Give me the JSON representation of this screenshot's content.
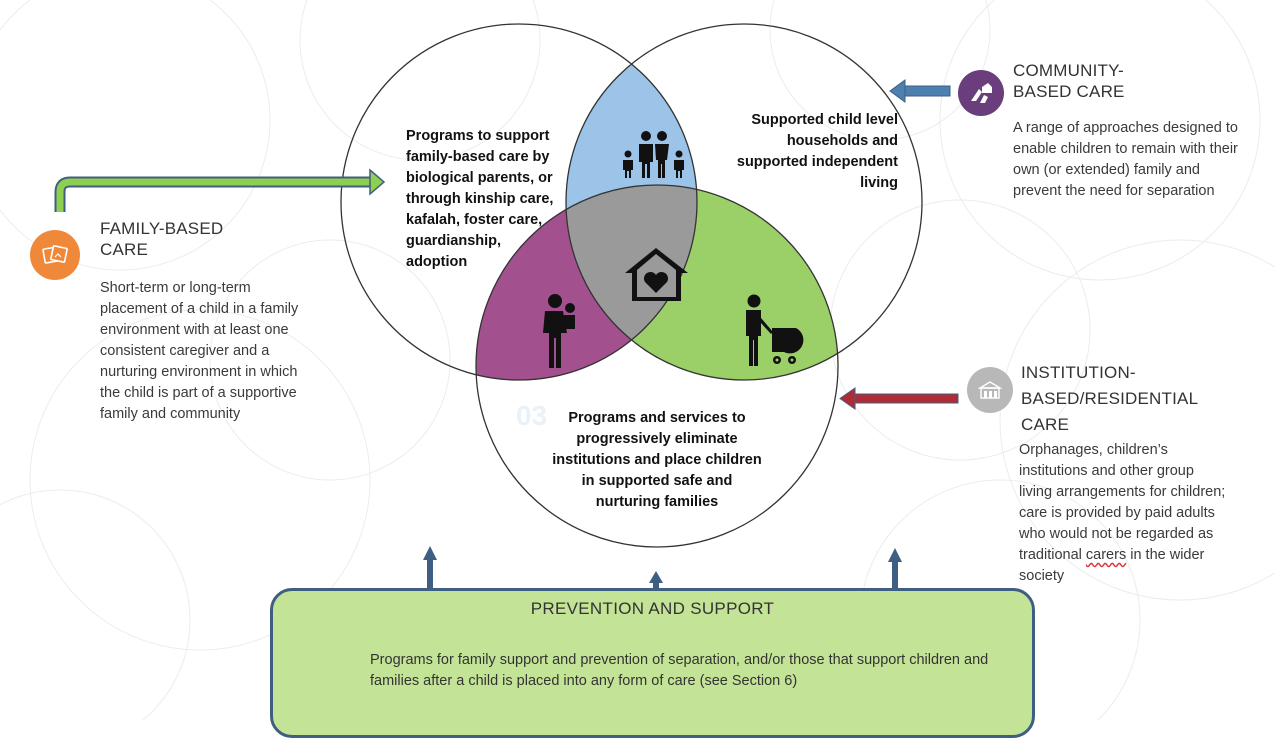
{
  "family_based": {
    "title": "FAMILY-BASED CARE",
    "description": "Short-term or long-term placement of a child in a family environment with at least one consistent caregiver and a nurturing environment in which the child is part of a supportive family and community",
    "icon": "photos-icon",
    "color": "#f0883a"
  },
  "community_based": {
    "title": "COMMUNITY-BASED CARE",
    "description": "A range of approaches designed to enable children to remain with their own (or extended) family and prevent the need for separation",
    "icon": "hands-house-icon",
    "color": "#6a3d7c"
  },
  "institution_based": {
    "title": "INSTITUTION-BASED/RESIDENTIAL CARE",
    "description_main": "Orphanages, children’s institutions and other group living arrangements for children; care is provided by paid adults who would not be regarded as traditional",
    "description_underlined": "carers",
    "description_end": " in the wider society",
    "icon": "building-icon",
    "color": "#b8b8b8"
  },
  "circles": {
    "left_text": "Programs to support family-based care by biological parents, or through kinship care, kafalah, foster care, guardianship, adoption",
    "right_text": "Supported child level households and supported independent living",
    "bottom_text": "Programs and services to progressively eliminate institutions and place children in supported safe and nurturing families",
    "watermark": "03",
    "colors": {
      "top": "#9cc3e8",
      "left": "#a3508e",
      "right": "#9bd069",
      "center": "#9a9a9a"
    }
  },
  "prevention": {
    "title": "PREVENTION AND SUPPORT",
    "description": "Programs for family support and prevention of separation, and/or those that support children and families after a child is placed into any form of care (see Section 6)",
    "color": "#c3e497"
  }
}
